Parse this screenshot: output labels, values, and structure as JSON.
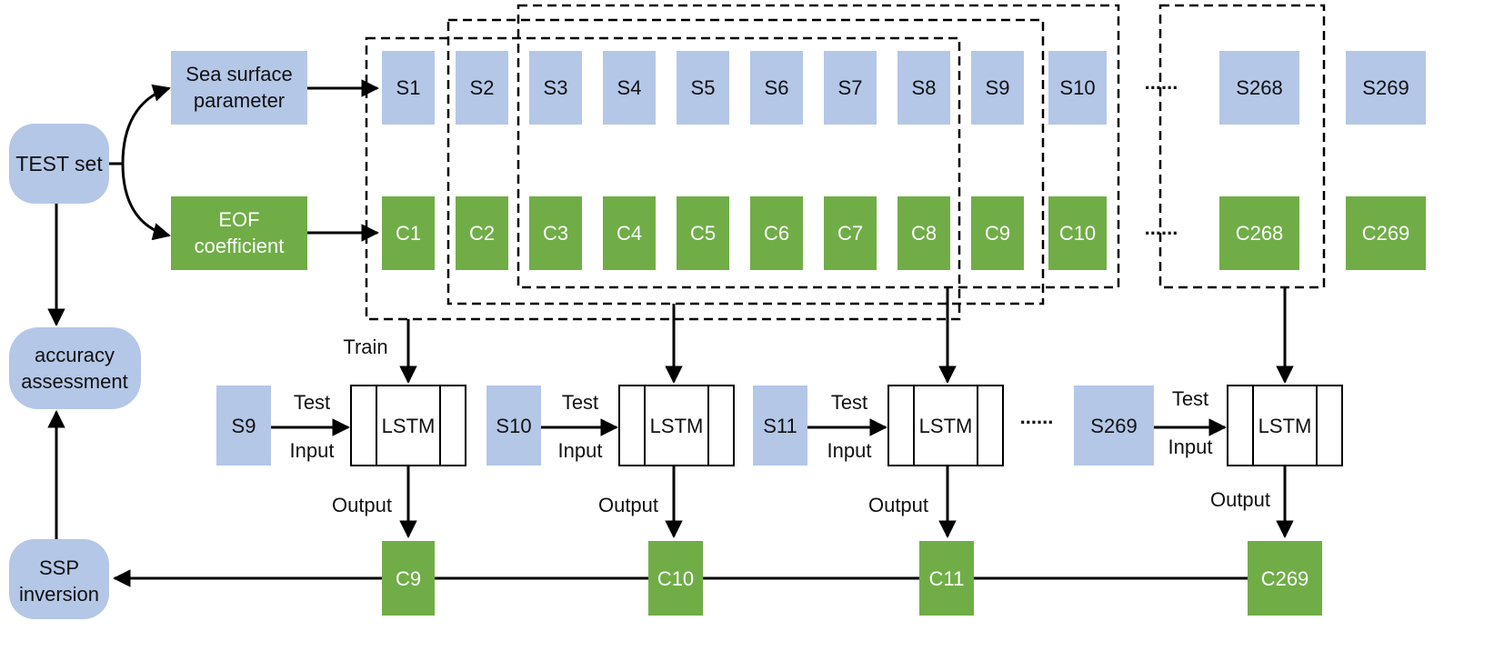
{
  "colors": {
    "blue_box": "#b4c7e7",
    "green_box": "#70ad47",
    "line": "#000000",
    "text_dark": "#111111",
    "text_light": "#ffffff"
  },
  "left": {
    "test_set": "TEST set",
    "accuracy_l1": "accuracy",
    "accuracy_l2": "assessment",
    "ssp_l1": "SSP",
    "ssp_l2": "inversion"
  },
  "inputs": {
    "sea_surface_l1": "Sea surface",
    "sea_surface_l2": "parameter",
    "eof_l1": "EOF",
    "eof_l2": "coefficient"
  },
  "s_row": [
    "S1",
    "S2",
    "S3",
    "S4",
    "S5",
    "S6",
    "S7",
    "S8",
    "S9",
    "S10",
    "S268",
    "S269"
  ],
  "c_row": [
    "C1",
    "C2",
    "C3",
    "C4",
    "C5",
    "C6",
    "C7",
    "C8",
    "C9",
    "C10",
    "C268",
    "C269"
  ],
  "ellipsis_top": "......",
  "ellipsis_mid": "......",
  "ellipsis_top_c": "......",
  "edge_labels": {
    "train": "Train",
    "test": "Test",
    "input": "Input",
    "output": "Output"
  },
  "lstm": {
    "label": "LSTM",
    "inputs": [
      "S9",
      "S10",
      "S11",
      "S269"
    ],
    "outputs": [
      "C9",
      "C10",
      "C11",
      "C269"
    ]
  }
}
